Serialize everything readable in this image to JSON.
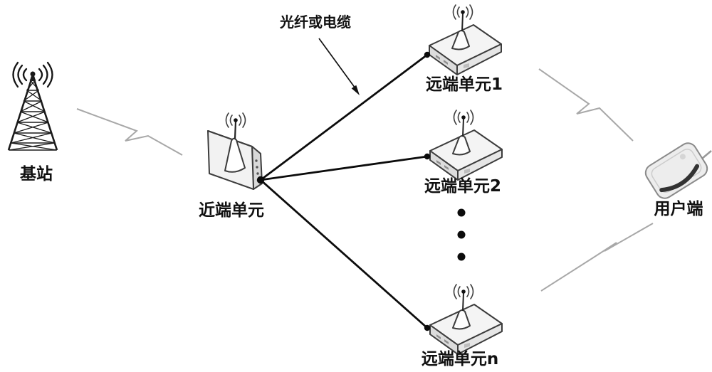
{
  "diagram": {
    "annotation": {
      "fiber_label": "光纤或电缆"
    },
    "base_station": {
      "label": "基站"
    },
    "near_end_unit": {
      "label": "近端单元"
    },
    "remote_units": [
      {
        "label": "远端单元1"
      },
      {
        "label": "远端单元2"
      },
      {
        "label": "远端单元n"
      }
    ],
    "user_terminal": {
      "label": "用户端"
    },
    "colors": {
      "background": "#ffffff",
      "cable_line": "#0c0c0c",
      "wireless_bolt": "#a8a8a8",
      "device_outline": "#3c3c3c",
      "device_fill_light": "#f4f4f4",
      "text": "#111111"
    }
  }
}
